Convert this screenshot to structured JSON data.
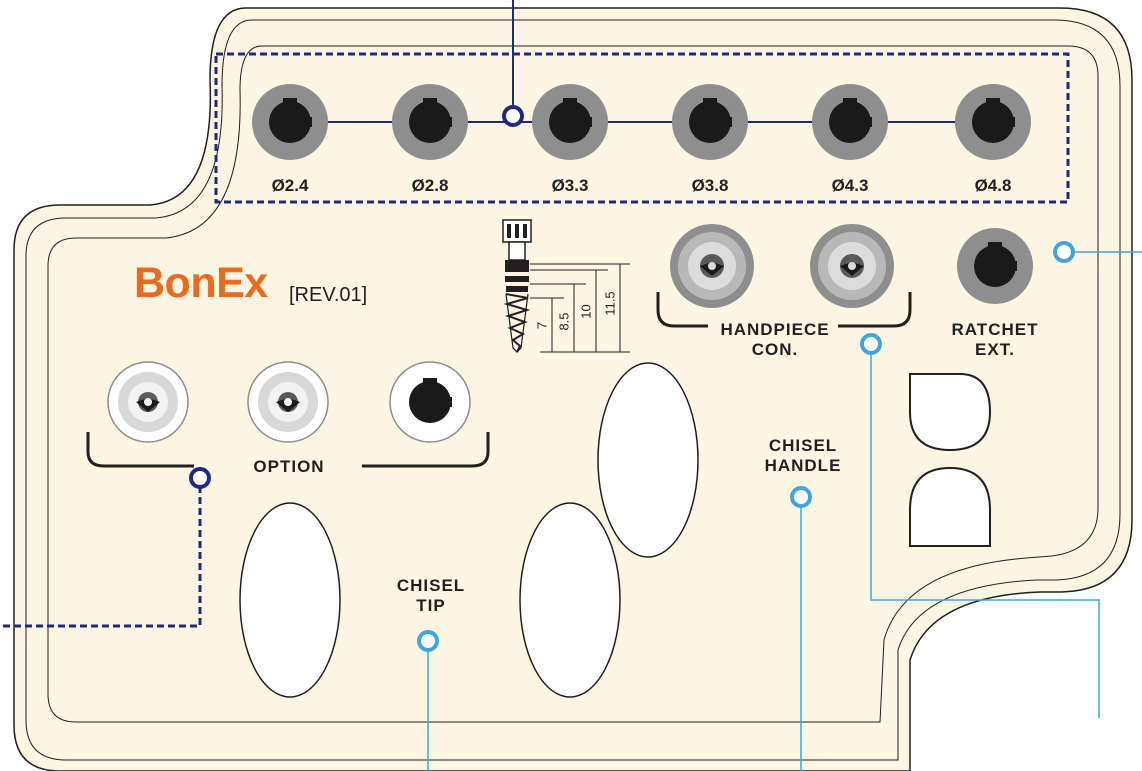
{
  "tray": {
    "brand": "BonEx",
    "revision": "[REV.01]",
    "colors": {
      "tray_fill": "#fbf5e2",
      "outline": "#231f20",
      "dashed_group": "#1f2a7e",
      "callout": "#41a5dc",
      "brand": "#ea6a1f",
      "socket_ring": "#8e8e8e",
      "socket_hole": "#1a1a1a"
    },
    "drill_sizes": [
      "Ø2.4",
      "Ø2.8",
      "Ø3.3",
      "Ø3.8",
      "Ø4.3",
      "Ø4.8"
    ],
    "labels": {
      "handpiece": "HANDPIECE\nCON.",
      "ratchet": "RATCHET\nEXT.",
      "option": "OPTION",
      "chisel_handle": "CHISEL\nHANDLE",
      "chisel_tip": "CHISEL\nTIP"
    },
    "implant_dimensions": [
      "7",
      "8.5",
      "10",
      "11.5"
    ],
    "icons": [
      "drill-socket-icon",
      "driver-socket-icon",
      "implant-icon"
    ]
  }
}
